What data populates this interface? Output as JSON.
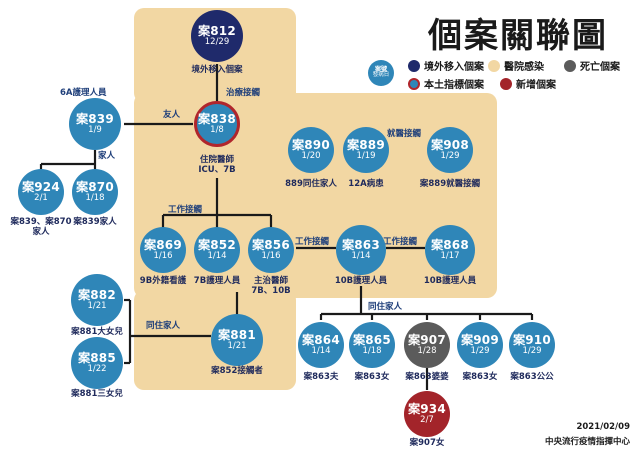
{
  "title": "個案關聯圖",
  "legend": {
    "sample_id": "案號",
    "sample_date": "發病日",
    "items": [
      {
        "label": "境外移入個案",
        "color": "#1f2a6b"
      },
      {
        "label": "醫院感染",
        "color": "#f2d7a3"
      },
      {
        "label": "死亡個案",
        "color": "#5b5b5b"
      },
      {
        "label": "本土指標個案",
        "color": "#2f86b8",
        "ring": "#b0262c"
      },
      {
        "label": "新增個案",
        "color": "#a3242a"
      }
    ]
  },
  "cases": [
    {
      "id": "案812",
      "date": "12/29",
      "type": "imported",
      "label": "境外移入個案"
    },
    {
      "id": "案838",
      "date": "1/8",
      "type": "index",
      "label": "住院醫師\nICU、7B"
    },
    {
      "id": "案839",
      "date": "1/9",
      "type": "local",
      "label": ""
    },
    {
      "id": "案924",
      "date": "2/1",
      "type": "local",
      "label": "案839、案870\n家人"
    },
    {
      "id": "案870",
      "date": "1/18",
      "type": "local",
      "label": "案839家人"
    },
    {
      "id": "案890",
      "date": "1/20",
      "type": "local",
      "label": "889同住家人"
    },
    {
      "id": "案889",
      "date": "1/19",
      "type": "local",
      "label": "12A病患"
    },
    {
      "id": "案908",
      "date": "1/29",
      "type": "local",
      "label": "案889就醫接觸"
    },
    {
      "id": "案869",
      "date": "1/16",
      "type": "local",
      "label": "9B外籍看護"
    },
    {
      "id": "案852",
      "date": "1/14",
      "type": "local",
      "label": "7B護理人員"
    },
    {
      "id": "案856",
      "date": "1/16",
      "type": "local",
      "label": "主治醫師\n7B、10B"
    },
    {
      "id": "案863",
      "date": "1/14",
      "type": "local",
      "label": "10B護理人員"
    },
    {
      "id": "案868",
      "date": "1/17",
      "type": "local",
      "label": "10B護理人員"
    },
    {
      "id": "案882",
      "date": "1/21",
      "type": "local",
      "label": "案881大女兒"
    },
    {
      "id": "案885",
      "date": "1/22",
      "type": "local",
      "label": "案881三女兒"
    },
    {
      "id": "案881",
      "date": "1/21",
      "type": "local",
      "label": "案852接觸者"
    },
    {
      "id": "案864",
      "date": "1/14",
      "type": "local",
      "label": "案863夫"
    },
    {
      "id": "案865",
      "date": "1/18",
      "type": "local",
      "label": "案863女"
    },
    {
      "id": "案907",
      "date": "1/28",
      "type": "death",
      "label": "案863婆婆"
    },
    {
      "id": "案909",
      "date": "1/29",
      "type": "local",
      "label": "案863女"
    },
    {
      "id": "案910",
      "date": "1/29",
      "type": "local",
      "label": "案863公公"
    },
    {
      "id": "案934",
      "date": "2/7",
      "type": "new",
      "label": "案907女"
    }
  ],
  "relations": {
    "treatment_contact": "治療接觸",
    "friend": "友人",
    "family": "家人",
    "medical_contact": "就醫接觸",
    "work_contact": "工作接觸",
    "cohabitant": "同住家人"
  },
  "group_labels": {
    "nurse_6a": "6A護理人員"
  },
  "footer": {
    "date": "2021/02/09",
    "agency": "中央流行疫情指揮中心"
  }
}
